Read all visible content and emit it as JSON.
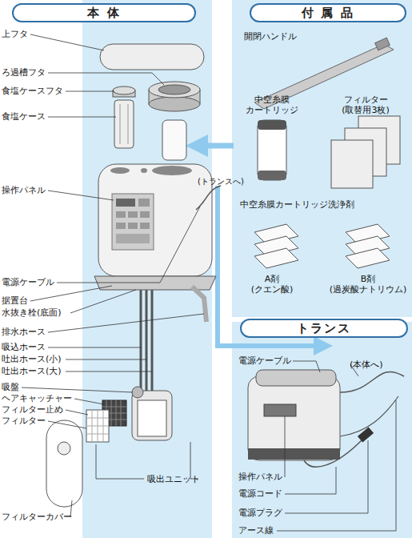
{
  "diagram": {
    "nodes": [
      {
        "text": [
          "本 体"
        ]
      },
      {
        "text": [
          "付 属 品"
        ]
      },
      {
        "text": [
          "トランス"
        ]
      }
    ],
    "labels": [
      "上フタ",
      "ろ過槽フタ",
      "食塩ケースフタ",
      "食塩ケース",
      "(トランスへ)",
      "操作パネル",
      "電源ケーブル",
      "据置台",
      "水抜き栓(底面)",
      "排水ホース",
      "吸込ホース",
      "吐出ホース(小)",
      "吐出ホース(大)",
      "吸盤",
      "ヘアキャッチャー",
      "フィルター止め",
      "フィルター",
      "吸出ユニット",
      "フィルターカバー",
      "開閉ハンドル",
      "中空糸膜 カートリッジ",
      "フィルター (取替用3枚)",
      "中空糸膜カートリッジ洗浄剤",
      "A剤 (クエン酸)",
      "B剤 (過炭酸ナトリウム)",
      "電源ケーブル",
      "(本体へ)",
      "操作パネル",
      "電源コード",
      "電源プラグ",
      "アース線"
    ]
  }
}
